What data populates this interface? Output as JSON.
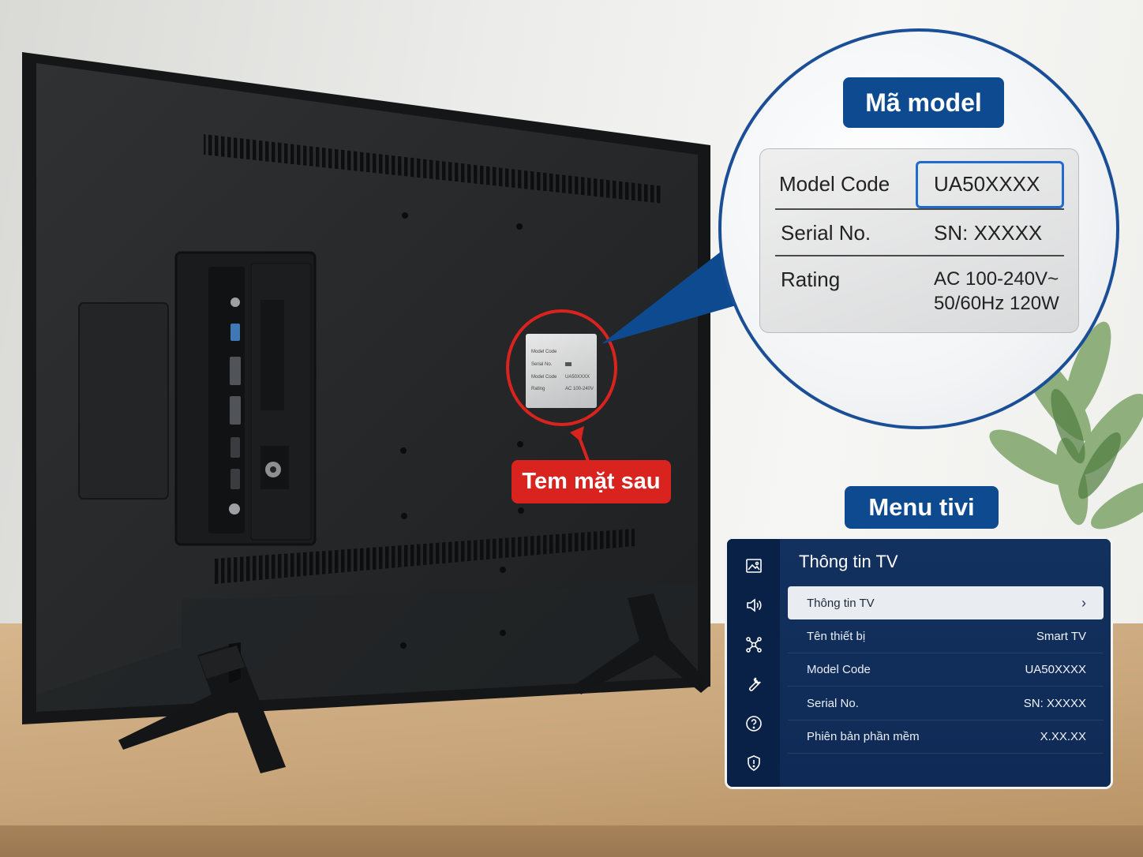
{
  "callouts": {
    "model_tag": "Mã model",
    "back_label_tag": "Tem mặt sau",
    "menu_tag": "Menu tivi"
  },
  "label_card": {
    "model_code_label": "Model Code",
    "model_code_value": "UA50XXXX",
    "serial_label": "Serial No.",
    "serial_value": "SN: XXXXX",
    "rating_label": "Rating",
    "rating_value_line1": "AC 100-240V~",
    "rating_value_line2": "50/60Hz  120W"
  },
  "sticker": {
    "line1": "Model Code",
    "line2_label": "Serial No.",
    "line3_label": "Model Code",
    "line3_value": "UA50XXXX",
    "line4_label": "Rating",
    "line4_value": "AC 100-240V"
  },
  "tv_menu": {
    "title": "Thông tin TV",
    "sidebar_icons": [
      "picture-icon",
      "sound-icon",
      "connection-icon",
      "wrench-icon",
      "help-icon",
      "shield-icon"
    ],
    "selected_item": "Thông tin TV",
    "rows": [
      {
        "label": "Tên thiết bị",
        "value": "Smart TV"
      },
      {
        "label": "Model Code",
        "value": "UA50XXXX"
      },
      {
        "label": "Serial No.",
        "value": "SN: XXXXX"
      },
      {
        "label": "Phiên bản phần mềm",
        "value": "X.XX.XX"
      }
    ]
  },
  "colors": {
    "accent_blue": "#0d4a8f",
    "highlight_blue": "#1f6bd0",
    "accent_red": "#d8231f",
    "menu_bg": "#0e2850"
  }
}
